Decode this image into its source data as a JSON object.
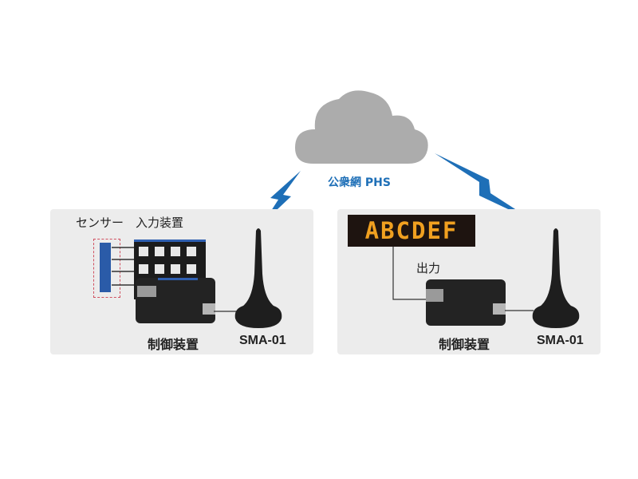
{
  "network": {
    "label": "公衆網 PHS",
    "cloud_icon": "cloud-icon",
    "signal_icon": "lightning-signal-icon"
  },
  "left_panel": {
    "sensor_label": "センサー",
    "input_label": "入力装置",
    "controller_label": "制御装置",
    "antenna_label": "SMA-01"
  },
  "right_panel": {
    "display_text": "ABCDEF",
    "output_label": "出力",
    "controller_label": "制御装置",
    "antenna_label": "SMA-01"
  },
  "colors": {
    "cloud": "#acacac",
    "signal": "#1e6fb7",
    "panel": "#ececec",
    "led_bg": "#1e1410",
    "led_text": "#f0a020"
  }
}
